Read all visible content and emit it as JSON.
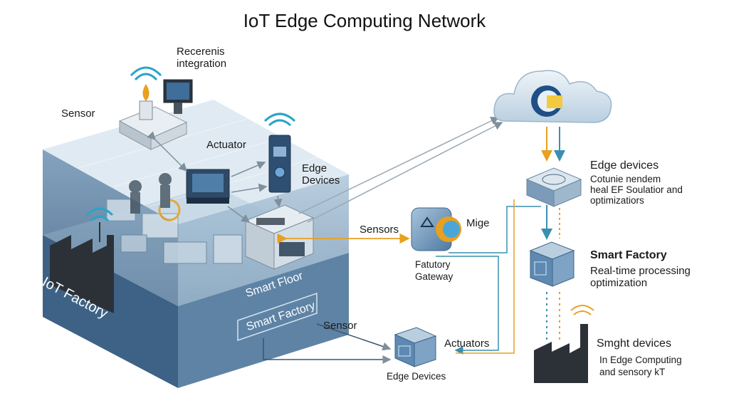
{
  "title": "IoT Edge Computing Network",
  "labels": {
    "recerenis": "Recerenis",
    "integration": "integration",
    "sensor_top": "Sensor",
    "actuator": "Actuator",
    "edge_devices_left_1": "Edge",
    "edge_devices_left_2": "Devices",
    "iot_factory": "IoT Factory",
    "smart_floor": "Smart Floor",
    "smart_factory_box": "Smart Factory",
    "sensors_mid": "Sensors",
    "mige": "Mige",
    "fatutory": "Fatutory",
    "gateway": "Gateway",
    "sensor_bottom": "Sensor",
    "actuators": "Actuators",
    "edge_devices_bottom": "Edge Devices",
    "edge_devices_right": "Edge devices",
    "edge_desc_1": "Cotunie nendem",
    "edge_desc_2": "heal EF Soulatior and",
    "edge_desc_3": "optimizatiors",
    "smart_factory_right": "Smart Factory",
    "smart_factory_desc_1": "Real-time processing",
    "smart_factory_desc_2": "optimization",
    "smght_devices": "Smght devices",
    "smght_desc_1": "In Edge Computing",
    "smght_desc_2": "and sensory kT"
  },
  "colors": {
    "accent_orange": "#e8a020",
    "link_teal": "#3a8fb0",
    "arrow_gray": "#8a9aa8",
    "platform_top": "#c9dbe8",
    "platform_side": "#4d7092",
    "cloud": "#d8e6f0",
    "device_blue": "#5d89b3",
    "factory_dark": "#2c3138"
  }
}
